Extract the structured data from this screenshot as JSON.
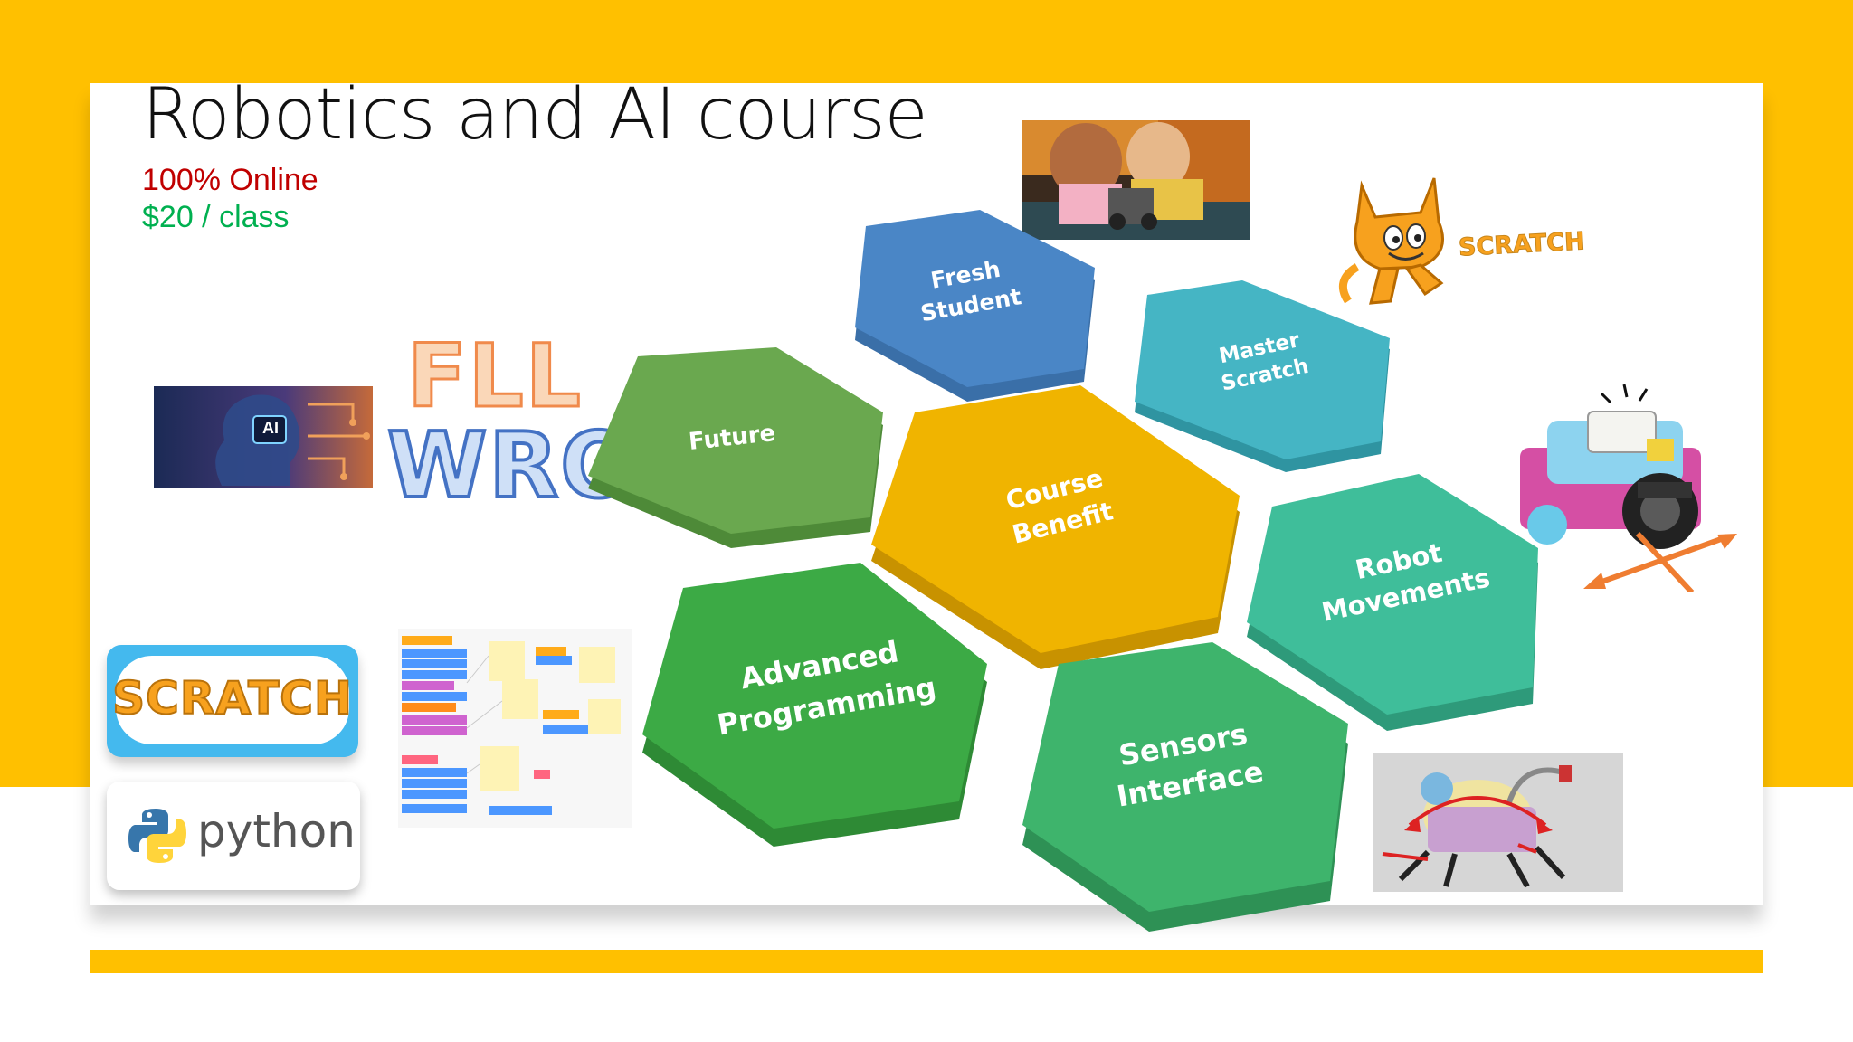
{
  "slide": {
    "title": "Robotics and AI course",
    "subtitle_online": "100% Online",
    "subtitle_price": "$20 / class"
  },
  "hexagons": [
    {
      "id": "fresh-student",
      "lines": [
        "Fresh",
        "Student"
      ],
      "color": "#4A86C6"
    },
    {
      "id": "master-scratch",
      "lines": [
        "Master",
        "Scratch"
      ],
      "color": "#45B5C4"
    },
    {
      "id": "future",
      "lines": [
        "Future"
      ],
      "color": "#6AA84F"
    },
    {
      "id": "course-benefit",
      "lines": [
        "Course",
        "Benefit"
      ],
      "color": "#F0B400"
    },
    {
      "id": "robot-movements",
      "lines": [
        "Robot",
        "Movements"
      ],
      "color": "#3FBE9A"
    },
    {
      "id": "advanced-programming",
      "lines": [
        "Advanced",
        "Programming"
      ],
      "color": "#3CAA45"
    },
    {
      "id": "sensors-interface",
      "lines": [
        "Sensors",
        "Interface"
      ],
      "color": "#3EB46C"
    }
  ],
  "competitions": {
    "fll": "FLL",
    "wro": "WRO"
  },
  "logos": {
    "scratch_big": "SCRATCH",
    "scratch_small": "SCRATCH",
    "python": "python",
    "ai_badge": "AI"
  },
  "colors": {
    "accent_band": "#FFC000",
    "online": "#C00000",
    "price": "#00B050"
  }
}
